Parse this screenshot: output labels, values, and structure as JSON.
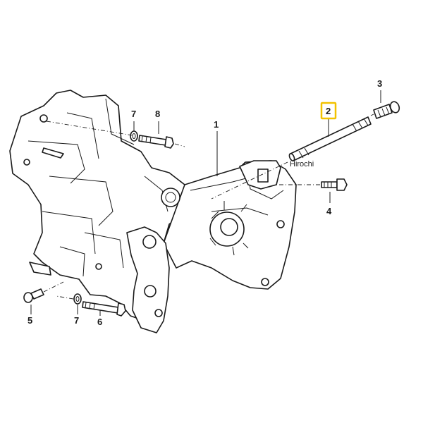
{
  "callouts": {
    "c1": "1",
    "c2": "2",
    "c3": "3",
    "c4": "4",
    "c5": "5",
    "c6": "6",
    "c7_top": "7",
    "c7_bottom": "7",
    "c8": "8"
  },
  "highlight_color": "#f2c200",
  "watermark": "Hirochi"
}
